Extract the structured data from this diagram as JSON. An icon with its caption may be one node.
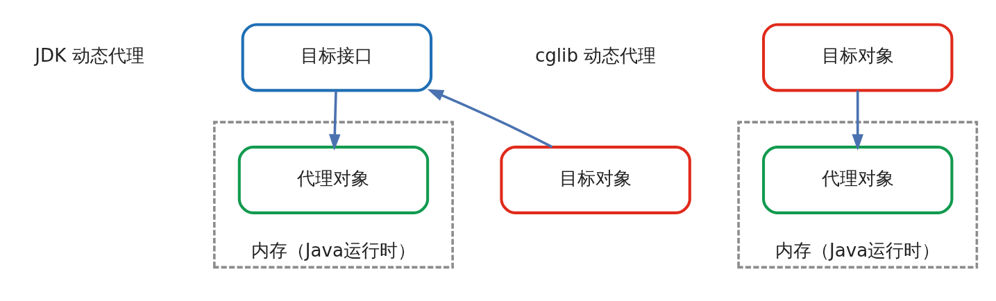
{
  "diagram": {
    "nodes": [
      {
        "text": [
          "目标接口"
        ]
      },
      {
        "text": [
          "内存（Java运行时）"
        ]
      },
      {
        "text": [
          "代理对象"
        ],
        "in": 1
      },
      {
        "text": [
          "目标对象"
        ]
      },
      {
        "text": [
          "目标对象"
        ]
      },
      {
        "text": [
          "内存（Java运行时）"
        ]
      },
      {
        "text": [
          "代理对象"
        ],
        "in": 5
      }
    ],
    "edges": [
      {
        "from": 0,
        "to": 2,
        "arrow": "to"
      },
      {
        "from": 3,
        "to": 0,
        "arrow": "to"
      },
      {
        "from": 4,
        "to": 6,
        "arrow": "to"
      }
    ],
    "labels": [
      "JDK 动态代理",
      "cglib 动态代理"
    ]
  }
}
